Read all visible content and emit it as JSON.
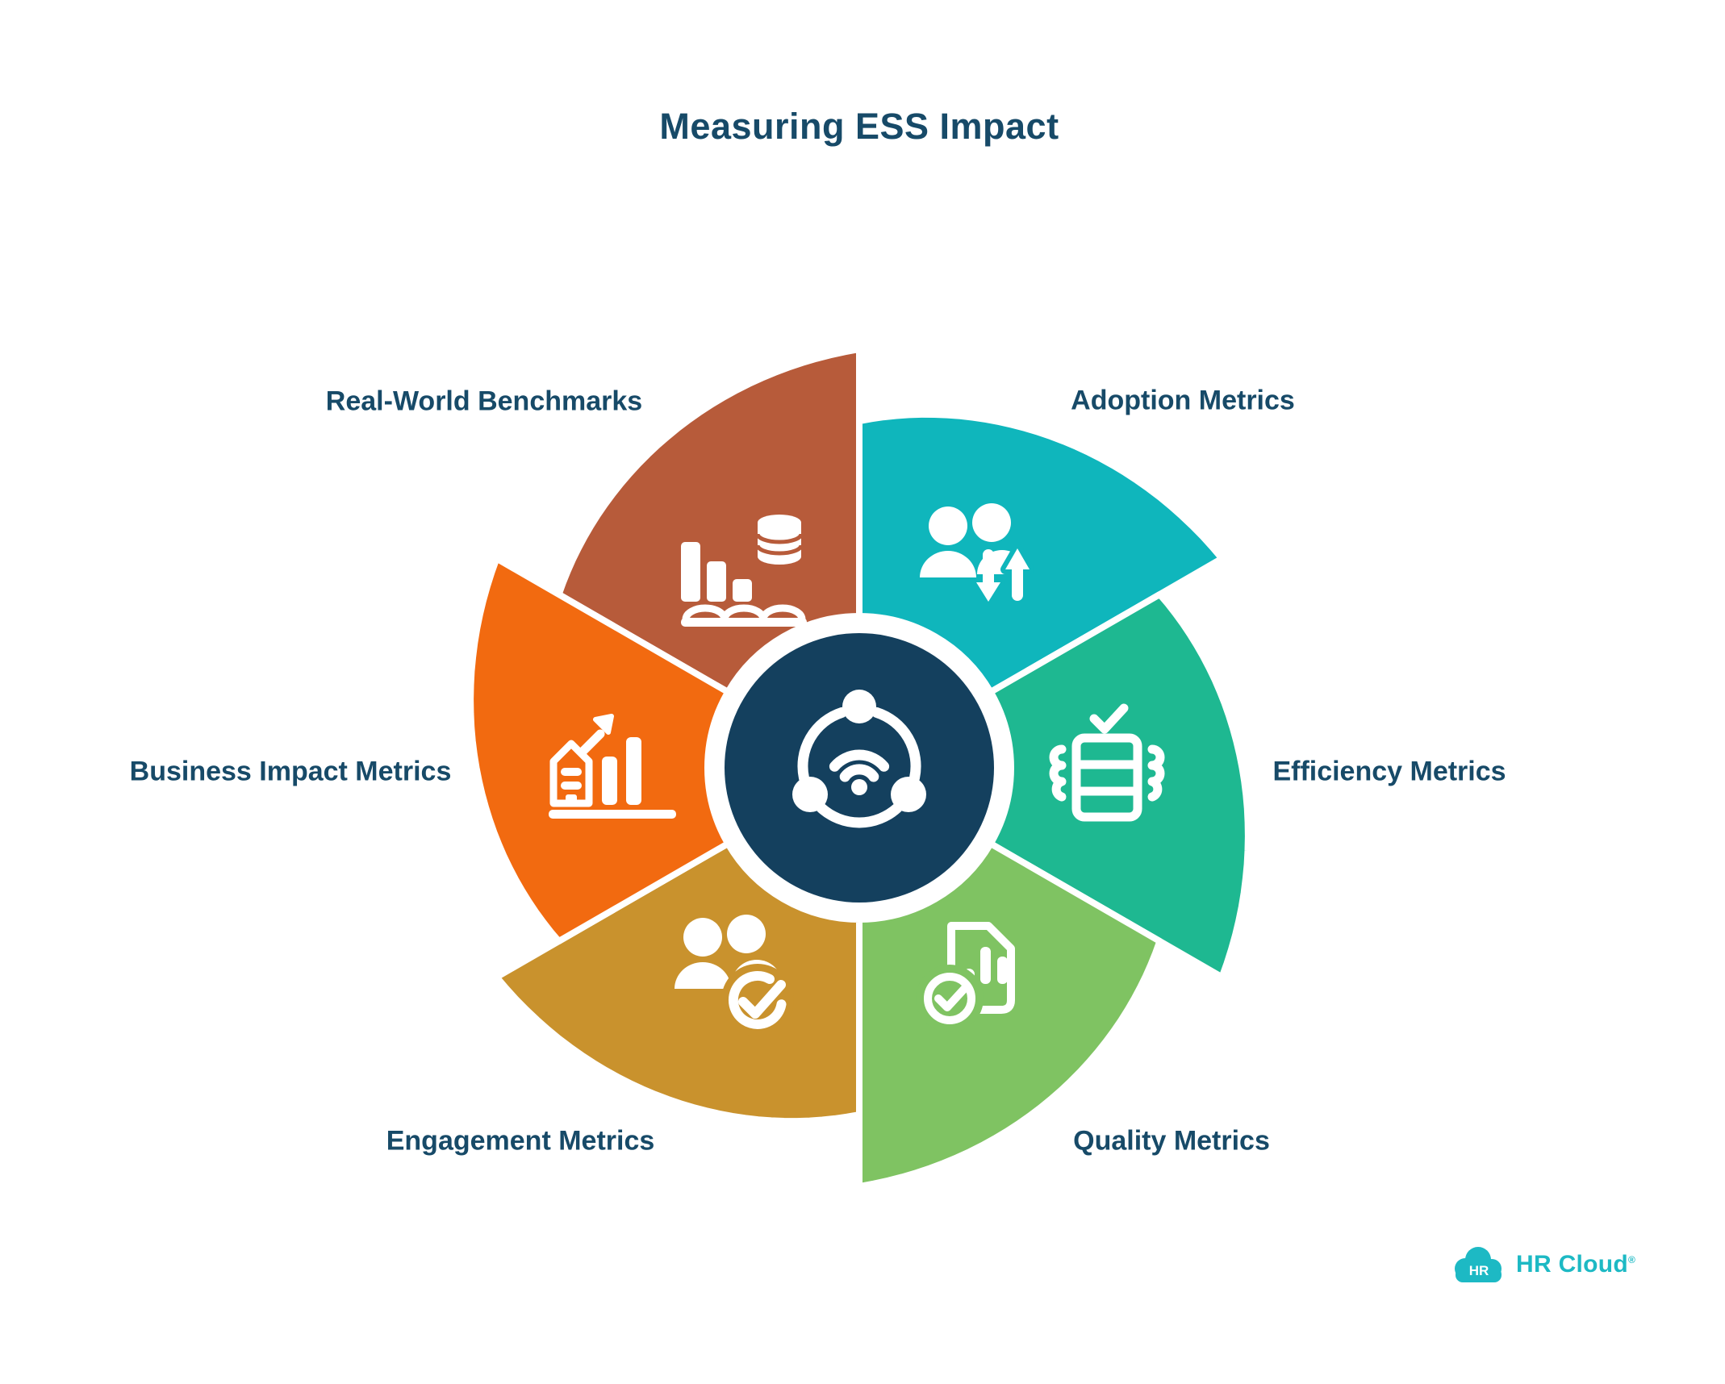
{
  "title": "Measuring ESS Impact",
  "center": {
    "icon": "share-network-wifi-icon",
    "color": "#14405e",
    "ring_color": "#ffffff"
  },
  "segments": [
    {
      "id": "real-world-benchmarks",
      "label": "Real-World Benchmarks",
      "color": "#b75b3a",
      "icon": "bar-chart-database-icon"
    },
    {
      "id": "adoption-metrics",
      "label": "Adoption Metrics",
      "color": "#0fb6bc",
      "icon": "users-transfer-arrows-icon"
    },
    {
      "id": "efficiency-metrics",
      "label": "Efficiency Metrics",
      "color": "#1eb891",
      "icon": "checklist-processor-icon"
    },
    {
      "id": "quality-metrics",
      "label": "Quality Metrics",
      "color": "#7fc362",
      "icon": "document-chart-check-icon"
    },
    {
      "id": "engagement-metrics",
      "label": "Engagement Metrics",
      "color": "#c9922d",
      "icon": "users-check-cycle-icon"
    },
    {
      "id": "business-impact-metrics",
      "label": "Business Impact Metrics",
      "color": "#f26a10",
      "icon": "building-growth-chart-icon"
    }
  ],
  "colors": {
    "background": "#ffffff",
    "text": "#174a68",
    "divider": "#ffffff"
  },
  "logo": {
    "badge": "HR",
    "brand": "HR Cloud",
    "reg": "®",
    "color": "#1db9c4"
  }
}
